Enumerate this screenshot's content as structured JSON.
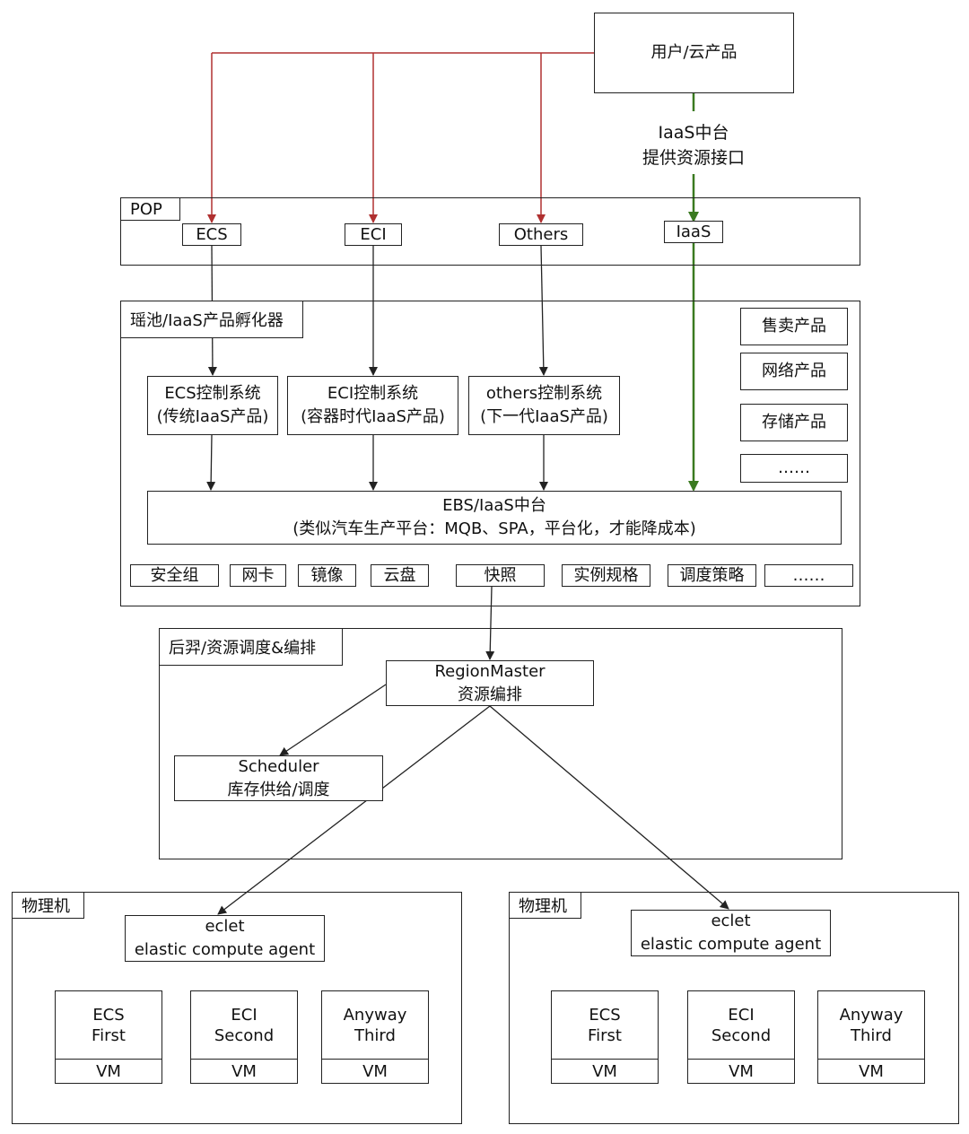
{
  "user": "用户/云产品",
  "iaas_interface": [
    "IaaS中台",
    "提供资源接口"
  ],
  "pop": {
    "title": "POP",
    "items": [
      "ECS",
      "ECI",
      "Others",
      "IaaS"
    ]
  },
  "incubator": {
    "title": "瑶池/IaaS产品孵化器",
    "controls": [
      {
        "line1": "ECS控制系统",
        "line2": "(传统IaaS产品)"
      },
      {
        "line1": "ECI控制系统",
        "line2": "(容器时代IaaS产品)"
      },
      {
        "line1": "others控制系统",
        "line2": "(下一代IaaS产品)"
      }
    ],
    "side_products": [
      "售卖产品",
      "网络产品",
      "存储产品",
      "……"
    ],
    "ebs": {
      "line1": "EBS/IaaS中台",
      "line2": "(类似汽车生产平台：MQB、SPA，平台化，才能降成本)"
    },
    "features": [
      "安全组",
      "网卡",
      "镜像",
      "云盘",
      "快照",
      "实例规格",
      "调度策略",
      "……"
    ]
  },
  "scheduler_area": {
    "title": "后羿/资源调度&编排",
    "region_master": {
      "line1": "RegionMaster",
      "line2": "资源编排"
    },
    "scheduler": {
      "line1": "Scheduler",
      "line2": "库存供给/调度"
    }
  },
  "physical": [
    {
      "title": "物理机",
      "agent": {
        "line1": "eclet",
        "line2": "elastic compute agent"
      },
      "vms": [
        {
          "l1": "ECS",
          "l2": "First",
          "vm": "VM"
        },
        {
          "l1": "ECI",
          "l2": "Second",
          "vm": "VM"
        },
        {
          "l1": "Anyway",
          "l2": "Third",
          "vm": "VM"
        }
      ]
    },
    {
      "title": "物理机",
      "agent": {
        "line1": "eclet",
        "line2": "elastic compute agent"
      },
      "vms": [
        {
          "l1": "ECS",
          "l2": "First",
          "vm": "VM"
        },
        {
          "l1": "ECI",
          "l2": "Second",
          "vm": "VM"
        },
        {
          "l1": "Anyway",
          "l2": "Third",
          "vm": "VM"
        }
      ]
    }
  ],
  "colors": {
    "red_arrow": "#b03030",
    "green_arrow": "#3a7a20",
    "line": "#222222"
  }
}
